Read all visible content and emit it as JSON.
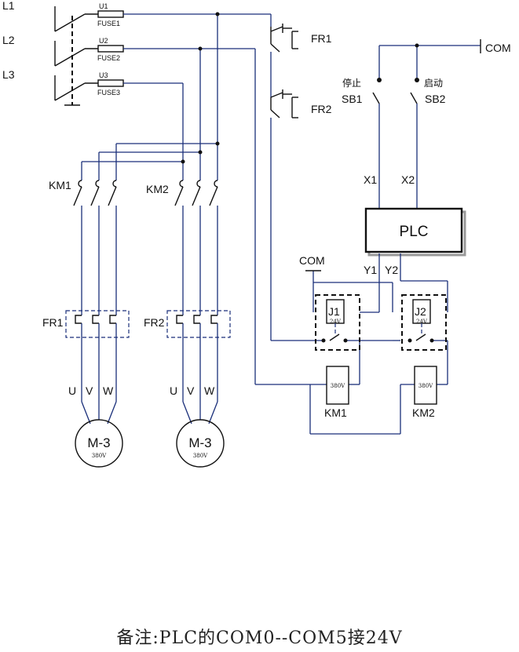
{
  "lines": {
    "l1": "L1",
    "l2": "L2",
    "l3": "L3"
  },
  "fuses": [
    {
      "id": "U1",
      "name": "FUSE1"
    },
    {
      "id": "U2",
      "name": "FUSE2"
    },
    {
      "id": "U3",
      "name": "FUSE3"
    }
  ],
  "fr_contacts": {
    "fr1": "FR1",
    "fr2": "FR2"
  },
  "com_top": "COM",
  "buttons": {
    "stop_cn": "停止",
    "stop": "SB1",
    "start_cn": "启动",
    "start": "SB2"
  },
  "plc": {
    "label": "PLC",
    "x1": "X1",
    "x2": "X2",
    "y1": "Y1",
    "y2": "Y2",
    "com": "COM"
  },
  "relays": [
    {
      "name": "J1",
      "voltage": "24V"
    },
    {
      "name": "J2",
      "voltage": "24V"
    }
  ],
  "contactors": {
    "km1": "KM1",
    "km2": "KM2",
    "coil_voltage": "380V"
  },
  "overloads": {
    "fr1": "FR1",
    "fr2": "FR2"
  },
  "terminals": {
    "u": "U",
    "v": "V",
    "w": "W"
  },
  "motors": [
    {
      "label": "M-3",
      "voltage": "380V"
    },
    {
      "label": "M-3",
      "voltage": "380V"
    }
  ],
  "note": "备注:PLC的COM0--COM5接24V"
}
